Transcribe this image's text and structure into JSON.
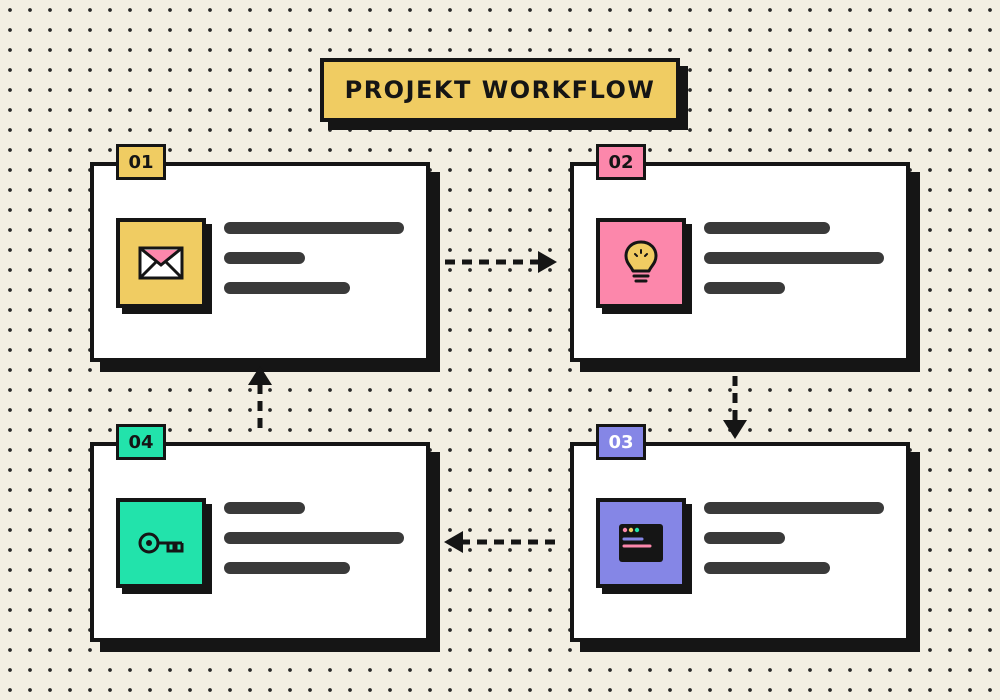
{
  "title": "PROJEKT WORKFLOW",
  "colors": {
    "background": "#f3efe3",
    "yellow": "#f0cc62",
    "pink": "#fc87ab",
    "purple": "#8586e6",
    "green": "#22e3ab",
    "ink": "#151515"
  },
  "steps": [
    {
      "number": "01",
      "icon": "envelope-icon",
      "color": "#f0cc62"
    },
    {
      "number": "02",
      "icon": "lightbulb-icon",
      "color": "#fc87ab"
    },
    {
      "number": "03",
      "icon": "terminal-window-icon",
      "color": "#8586e6"
    },
    {
      "number": "04",
      "icon": "key-icon",
      "color": "#22e3ab"
    }
  ],
  "flow": [
    {
      "from": "01",
      "to": "02"
    },
    {
      "from": "02",
      "to": "03"
    },
    {
      "from": "03",
      "to": "04"
    },
    {
      "from": "04",
      "to": "01"
    }
  ]
}
